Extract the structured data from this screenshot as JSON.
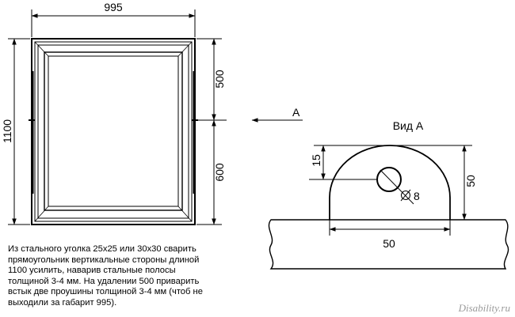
{
  "dimensions": {
    "frame_width": "995",
    "frame_height": "1100",
    "upper_segment": "500",
    "lower_segment": "600",
    "lug_top": "15",
    "lug_height": "50",
    "lug_width": "50",
    "hole_diameter": "8"
  },
  "view": {
    "arrow_label": "A",
    "title": "Вид А"
  },
  "note": {
    "lines": [
      "Из стального уголка 25х25 или 30х30 сварить",
      "прямоугольник вертикальные стороны длиной",
      "1100 усилить, наварив стальные полосы",
      "толщиной 3-4 мм. На удалении 500 приварить",
      "встык две проушины толщиной 3-4 мм (чтоб не",
      "выходили за габарит 995)."
    ]
  },
  "watermark": "Disability.ru",
  "colors": {
    "ink": "#000000",
    "watermark": "#9a9a9a",
    "background": "#ffffff"
  }
}
